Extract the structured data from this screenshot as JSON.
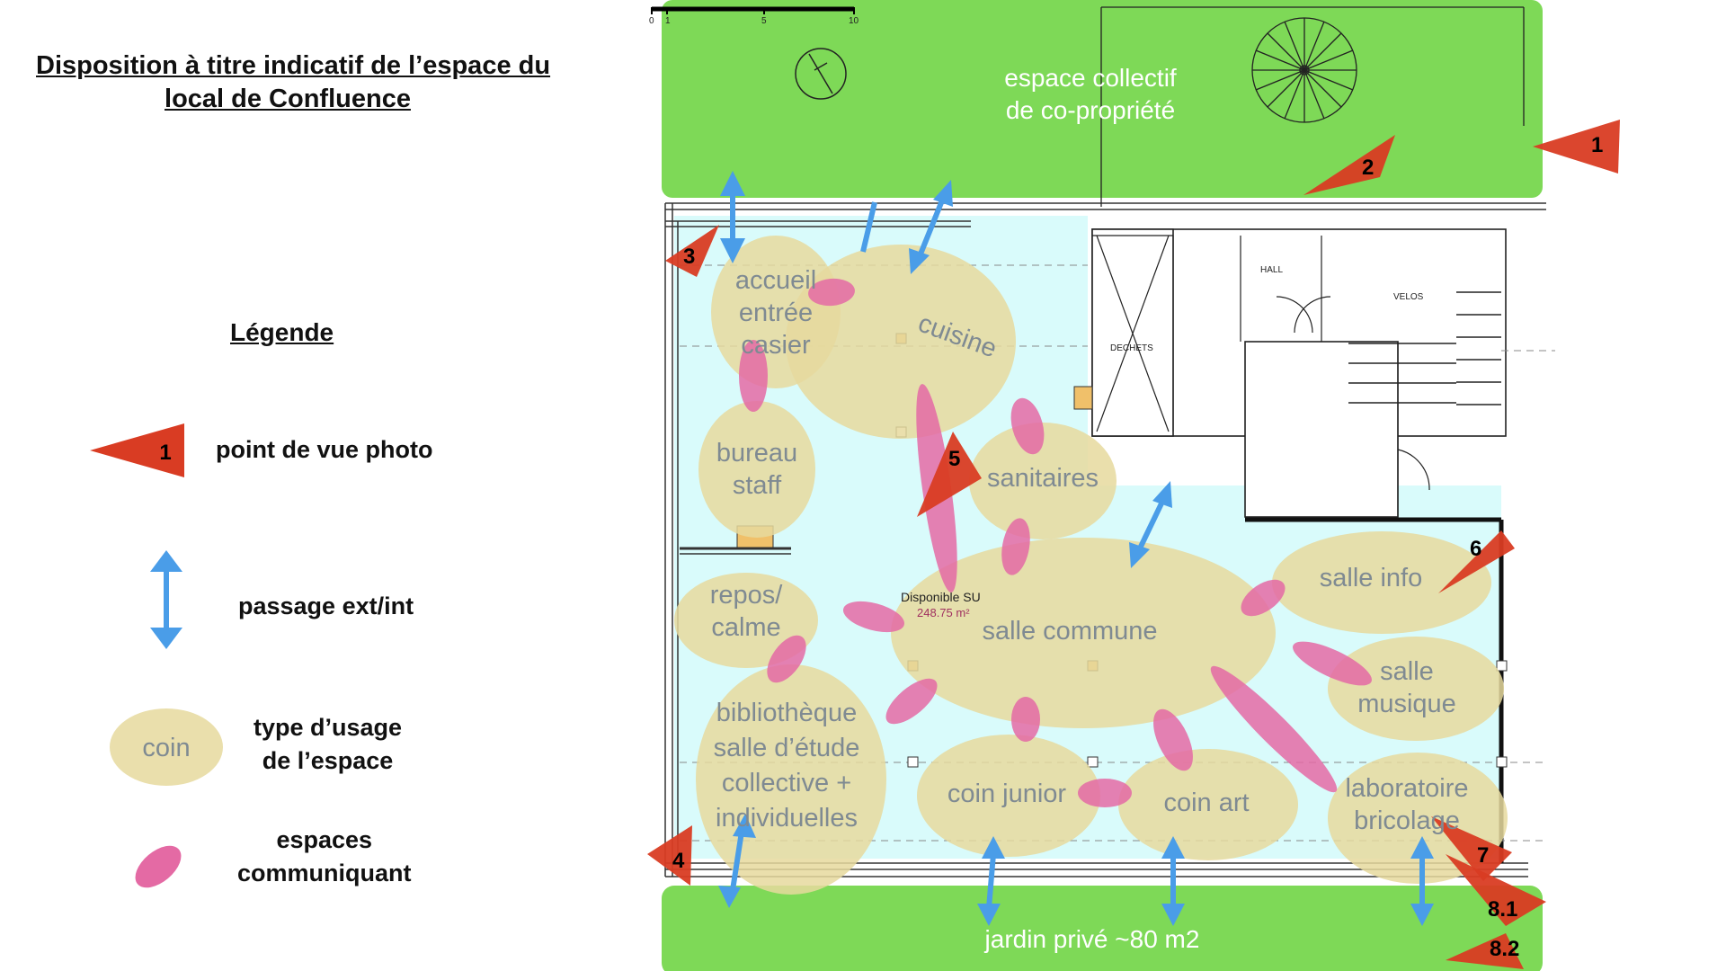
{
  "title": {
    "line1": "Disposition à titre indicatif de l’espace du",
    "line2": "local de Confluence"
  },
  "legend": {
    "heading": "Légende",
    "items": [
      {
        "symbol": "1",
        "label": "point de vue photo"
      },
      {
        "label": "passage ext/int"
      },
      {
        "symbol": "coin",
        "label_line1": "type d’usage",
        "label_line2": "de l’espace"
      },
      {
        "label_line1": "espaces",
        "label_line2": "communiquant"
      }
    ]
  },
  "scale_bar": {
    "ticks": [
      "0",
      "1",
      "5",
      "10"
    ]
  },
  "zones": {
    "espace_collectif": [
      "espace collectif",
      "de co-propriété"
    ],
    "jardin": "jardin privé ~80 m2",
    "accueil": [
      "accueil",
      "entrée",
      "casier"
    ],
    "cuisine": "cuisine",
    "bureau": [
      "bureau",
      "staff"
    ],
    "sanitaires": "sanitaires",
    "repos": [
      "repos/",
      "calme"
    ],
    "salle_commune": "salle commune",
    "salle_info": "salle info",
    "salle_musique": [
      "salle",
      "musique"
    ],
    "bibliotheque": [
      "bibliothèque",
      "salle d’étude",
      "collective +",
      "individuelles"
    ],
    "coin_junior": "coin junior",
    "coin_art": "coin art",
    "laboratoire": [
      "laboratoire",
      "bricolage"
    ]
  },
  "plan_labels": {
    "hall": "HALL",
    "velos": "VELOS",
    "dechets": "DECHETS",
    "disponible": "Disponible SU",
    "surface": "248.75 m²"
  },
  "viewpoints": [
    "1",
    "2",
    "3",
    "4",
    "5",
    "6",
    "7",
    "8.1",
    "8.2"
  ],
  "colors": {
    "green": "#7ed957",
    "interior": "#d9fbfb",
    "zone": "#e6d99e",
    "pink": "#e46aa4",
    "red": "#d93c23",
    "arrow": "#4a9de8"
  }
}
